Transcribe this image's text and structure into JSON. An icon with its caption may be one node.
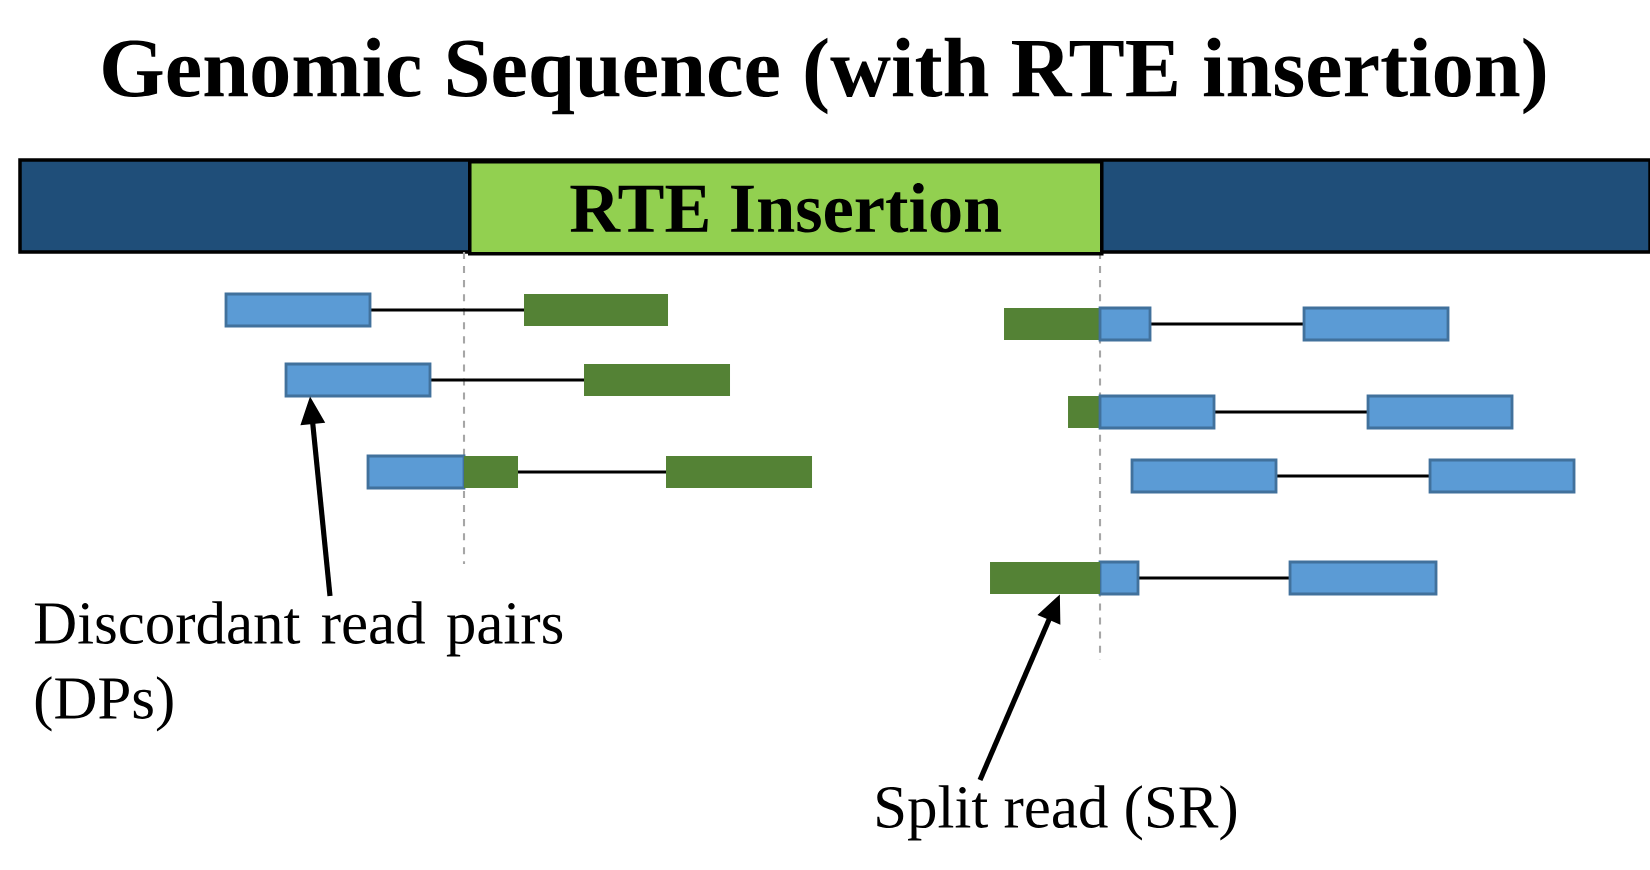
{
  "diagram": {
    "title": "Genomic Sequence (with RTE insertion)",
    "nodes": [
      {
        "text": [
          "RTE Insertion"
        ]
      },
      {
        "text": [
          "Discordant read pairs (DPs)"
        ]
      },
      {
        "text": [
          "Split read (SR)"
        ]
      },
      {
        "text": [],
        "shape": "bar"
      },
      {
        "text": [],
        "shape": "bar"
      }
    ],
    "edges": [
      {
        "from": 1,
        "to": 3,
        "arrow": "to"
      },
      {
        "from": 2,
        "to": 4,
        "arrow": "to"
      }
    ]
  }
}
